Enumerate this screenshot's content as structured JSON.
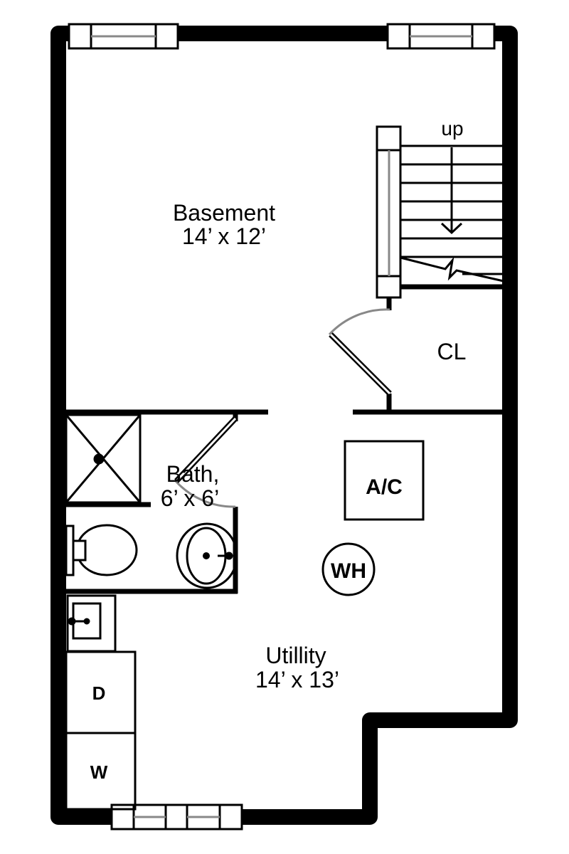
{
  "rooms": {
    "basement": {
      "name": "Basement",
      "size": "14’ x 12’"
    },
    "closet": {
      "name": "CL"
    },
    "bath": {
      "name": "Bath,",
      "size": "6’ x 6’"
    },
    "utility": {
      "name": "Utillity",
      "size": "14’ x 13’"
    }
  },
  "fixtures": {
    "ac": "A/C",
    "water_heater": "WH",
    "dryer": "D",
    "washer": "W"
  },
  "stairs": {
    "label": "up"
  }
}
